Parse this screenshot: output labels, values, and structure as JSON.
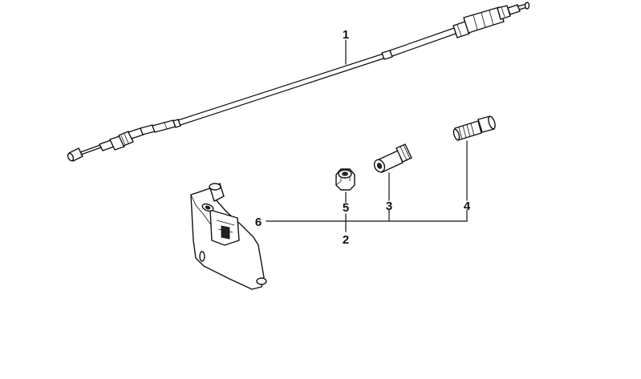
{
  "diagram": {
    "callouts": {
      "cable": "1",
      "nut_group_bottom": "2",
      "adjuster_sleeve": "3",
      "threaded_bolt": "4",
      "hex_nut": "5",
      "bracket": "6"
    }
  }
}
